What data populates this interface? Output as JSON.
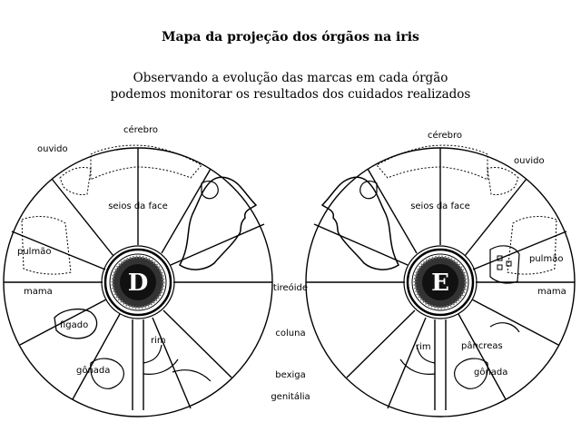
{
  "title": "Mapa da projeção dos órgãos na iris",
  "subtitle_line1": "Observando a evolução das marcas em cada órgão",
  "subtitle_line2": "podemos monitorar os resultados dos cuidados realizados",
  "left_eye": {
    "letter": "D",
    "labels": {
      "cerebro": "cérebro",
      "ouvido": "ouvido",
      "seios": "seios da face",
      "pulmao": "pulmão",
      "mama": "mama",
      "figado": "fígado",
      "rim": "rim",
      "gonada": "gônada"
    }
  },
  "right_eye": {
    "letter": "E",
    "labels": {
      "cerebro": "cérebro",
      "ouvido": "ouvido",
      "seios": "seios da face",
      "pulmao": "pulmão",
      "mama": "mama",
      "rim": "rim",
      "pancreas": "pâncreas",
      "gonada": "gônada"
    }
  },
  "center_labels": {
    "tireoide": "tireóide",
    "coluna": "coluna",
    "bexiga": "bexiga",
    "genitalia": "genitália"
  }
}
